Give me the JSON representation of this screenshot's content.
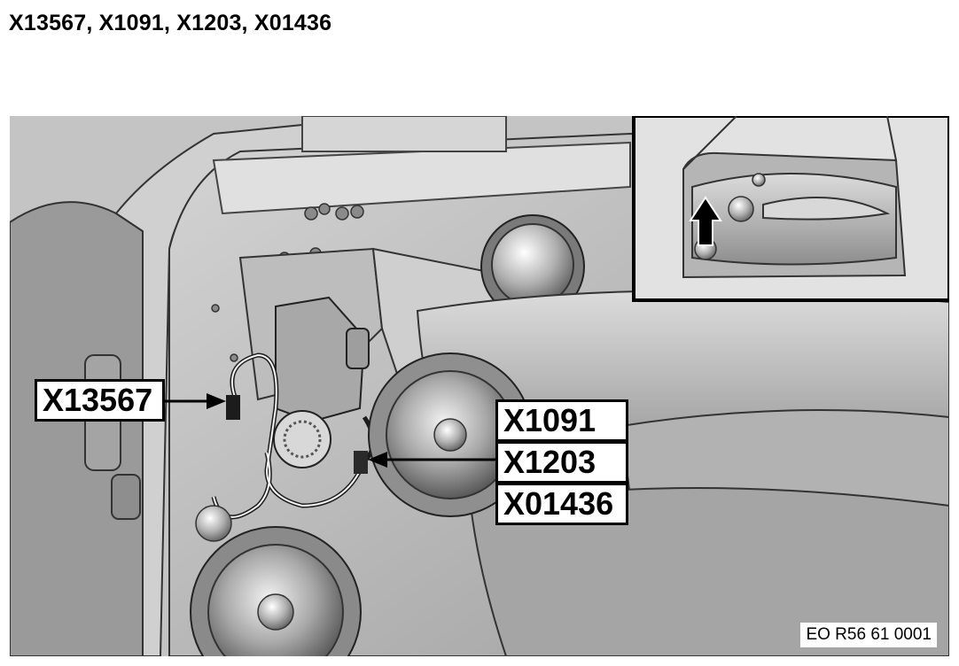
{
  "header": {
    "title": "X13567, X1091, X1203, X01436"
  },
  "callouts": {
    "left": "X13567",
    "right": [
      "X1091",
      "X1203",
      "X01436"
    ]
  },
  "figure": {
    "reference": "EO R56 61 0001"
  },
  "colors": {
    "metal_base": "#b8b8b8",
    "outline": "#000000",
    "inset_bg": "#e2e2e2"
  }
}
